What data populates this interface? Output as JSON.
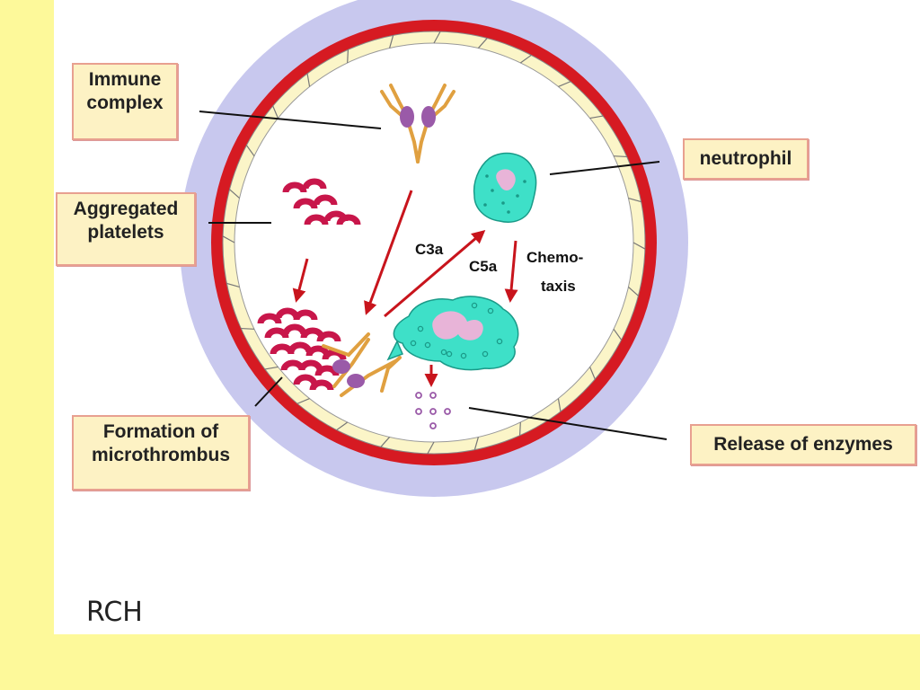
{
  "labels": {
    "immune_complex": [
      "Immune",
      "complex"
    ],
    "aggregated_platelets": [
      "Aggregated",
      "platelets"
    ],
    "formation_microthrombus": [
      "Formation of",
      "microthrombus"
    ],
    "neutrophil": "neutrophil",
    "release_enzymes": "Release of enzymes"
  },
  "inner_labels": {
    "c3a": "C3a",
    "c5a": "C5a",
    "chemotaxis": [
      "Chemo-",
      "taxis"
    ]
  },
  "credit": "RCH",
  "colors": {
    "background": "#fdf99a",
    "vessel_outer": "#c8c8ee",
    "vessel_wall": "#d61a22",
    "lumen": "#ffffff",
    "neutrophil": "#3ee0c8",
    "platelet": "#c8164a",
    "arrow": "#c8141c"
  },
  "icons": [
    "immune-complex-icon",
    "platelet-icon",
    "neutrophil-icon",
    "enzyme-dot-icon"
  ]
}
